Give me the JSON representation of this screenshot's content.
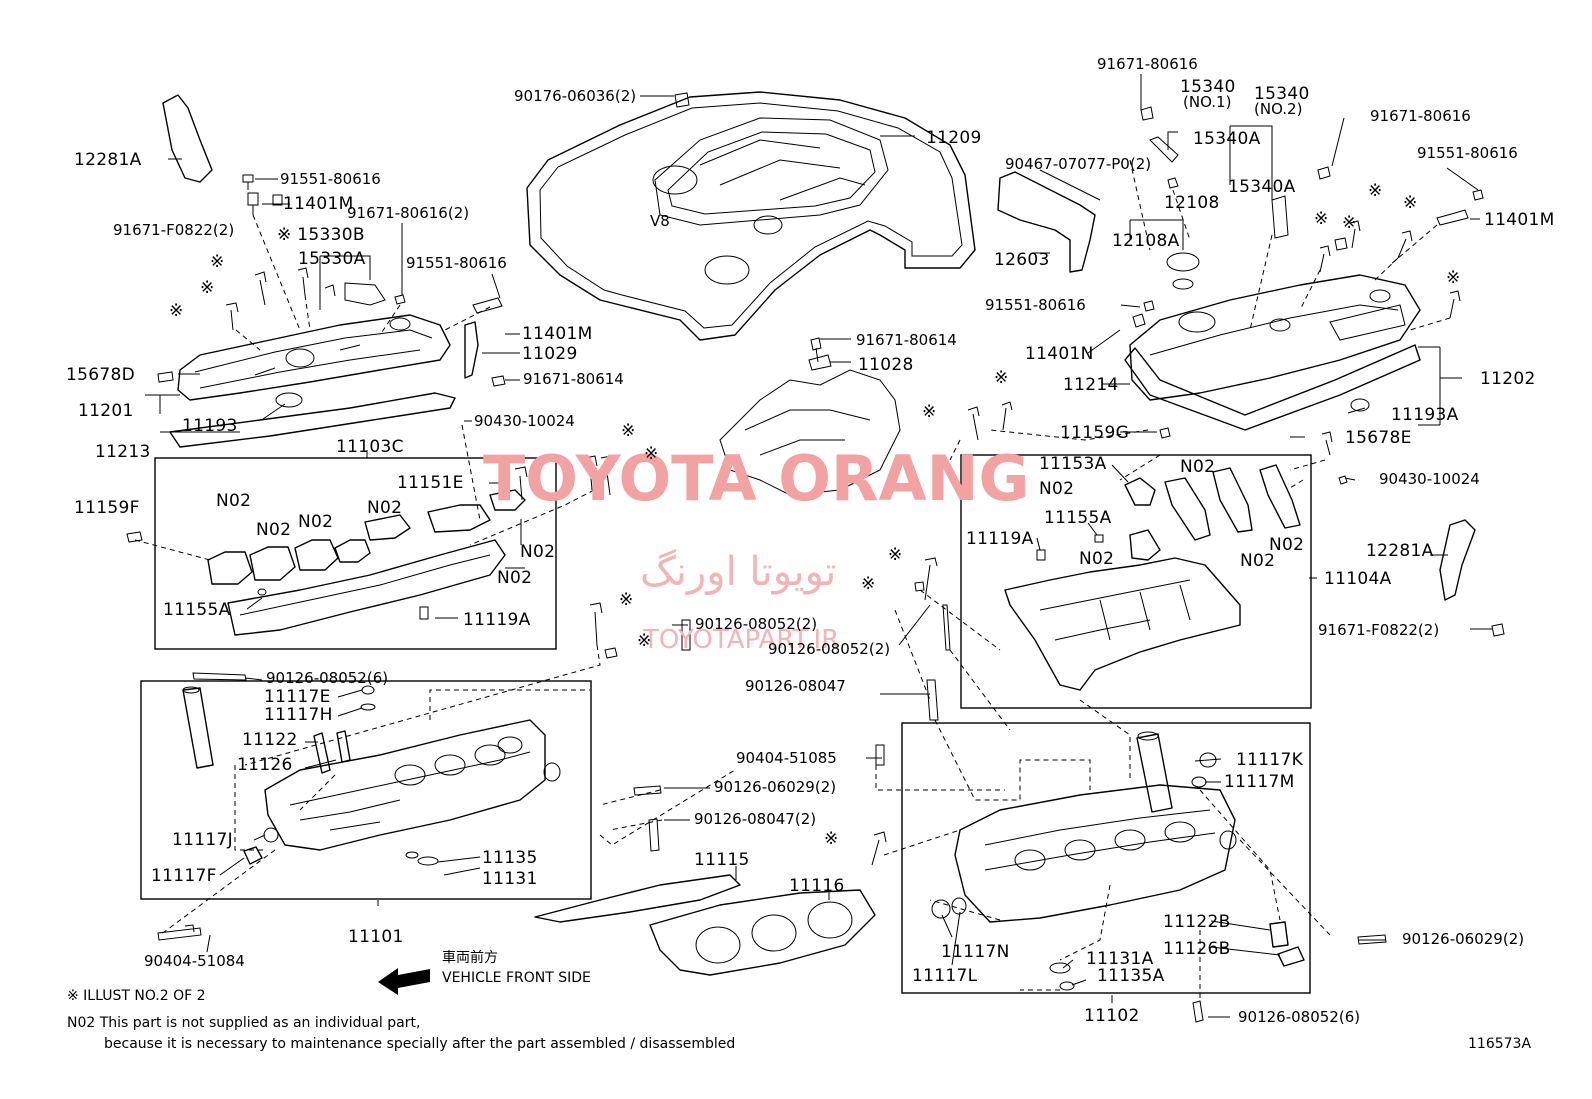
{
  "labels": {
    "l_12281A_a": "12281A",
    "l_91671F0822_a": "91671-F0822(2)",
    "l_91551_80616_a": "91551-80616",
    "l_11401M_a": "11401M",
    "l_15330B": "※ 15330B",
    "l_15330A": "15330A",
    "l_91671_80616_2a": "91671-80616(2)",
    "l_91551_80616_b": "91551-80616",
    "l_11401M_b": "11401M",
    "l_11029": "11029",
    "l_91671_80614_a": "91671-80614",
    "l_15678D": "15678D",
    "l_11201": "11201",
    "l_11193": "11193",
    "l_11213": "11213",
    "l_90430_10024_a": "90430-10024",
    "l_11103C": "11103C",
    "l_11151E": "11151E",
    "l_11159F": "11159F",
    "l_N02_1": "N02",
    "l_N02_2": "N02",
    "l_N02_3": "N02",
    "l_N02_4": "N02",
    "l_N02_5": "N02",
    "l_N02_6": "N02",
    "l_11155A_a": "11155A",
    "l_11119A_a": "11119A",
    "l_90126_08052_6a": "90126-08052(6)",
    "l_90176": "90176-06036(2)",
    "l_11209": "11209",
    "l_90467": "90467-07077-P0(2)",
    "l_12603": "12603",
    "l_91671_80614_b": "91671-80614",
    "l_11028": "11028",
    "l_91671_80616_t": "91671-80616",
    "l_15340_1": "15340",
    "l_no1": "(NO.1)",
    "l_15340A_1": "15340A",
    "l_15340_2": "15340",
    "l_no2": "(NO.2)",
    "l_15340A_2": "15340A",
    "l_91671_80616_r": "91671-80616",
    "l_91551_80616_r": "91551-80616",
    "l_11401M_r": "11401M",
    "l_12108": "12108",
    "l_12108A": "12108A",
    "l_91551_80616_c": "91551-80616",
    "l_11401N": "11401N",
    "l_11214": "11214",
    "l_11202": "11202",
    "l_11193A": "11193A",
    "l_11159G": "11159G",
    "l_15678E": "15678E",
    "l_90430_10024_b": "90430-10024",
    "l_11153A": "11153A",
    "l_N02_7": "N02",
    "l_N02_8": "N02",
    "l_11155A_b": "11155A",
    "l_11119A_b": "11119A",
    "l_N02_9": "N02",
    "l_N02_10": "N02",
    "l_N02_11": "N02",
    "l_11104A": "11104A",
    "l_12281A_b": "12281A",
    "l_91671F0822_b": "91671-F0822(2)",
    "l_90126_08052_2a": "90126-08052(2)",
    "l_90126_08052_2b": "90126-08052(2)",
    "l_90126_08047_a": "90126-08047",
    "l_11117E": "11117E",
    "l_11117H": "11117H",
    "l_11122": "11122",
    "l_11126": "11126",
    "l_11117J": "11117J",
    "l_11117F": "11117F",
    "l_11135": "11135",
    "l_11131": "11131",
    "l_11101": "11101",
    "l_90404_51084": "90404-51084",
    "l_90404_51085": "90404-51085",
    "l_90126_06029_2a": "90126-06029(2)",
    "l_90126_08047_2": "90126-08047(2)",
    "l_11115": "11115",
    "l_11116": "11116",
    "l_11117K": "11117K",
    "l_11117M": "11117M",
    "l_11122B": "11122B",
    "l_11126B": "11126B",
    "l_11117N": "11117N",
    "l_11117L": "11117L",
    "l_11131A": "11131A",
    "l_11135A": "11135A",
    "l_11102": "11102",
    "l_90126_06029_2b": "90126-06029(2)",
    "l_90126_08052_6b": "90126-08052(6)",
    "l_front_jp": "車両前方",
    "l_front_en": "VEHICLE FRONT SIDE",
    "l_illust": "※ ILLUST NO.2 OF 2",
    "l_n02_note1": "N02 This part is not supplied as an individual part,",
    "l_n02_note2": "because it is necessary to maintenance specially after the part assembled / disassembled",
    "l_code": "116573A",
    "l_mark_1": "※",
    "l_mark_2": "※",
    "l_mark_3": "※",
    "l_mark_4": "※",
    "l_mark_5": "※",
    "l_mark_6": "※",
    "l_mark_7": "※",
    "l_mark_8": "※",
    "l_mark_9": "※",
    "l_mark_10": "※",
    "l_mark_11": "※",
    "l_mark_12": "※",
    "l_mark_13": "※",
    "l_mark_14": "※",
    "l_mark_15": "※",
    "l_mark_16": "※",
    "l_mark_17": "※",
    "l_mark_18": "※",
    "l_mark_19": "※",
    "l_mark_20": "※"
  },
  "watermark": {
    "main": "TOYOTA ORANG",
    "farsi": "تویوتا اورنگ",
    "site": "TOYOTAPART.IR"
  },
  "colors": {
    "line": "#000000",
    "watermark": "#f2a2a2"
  }
}
